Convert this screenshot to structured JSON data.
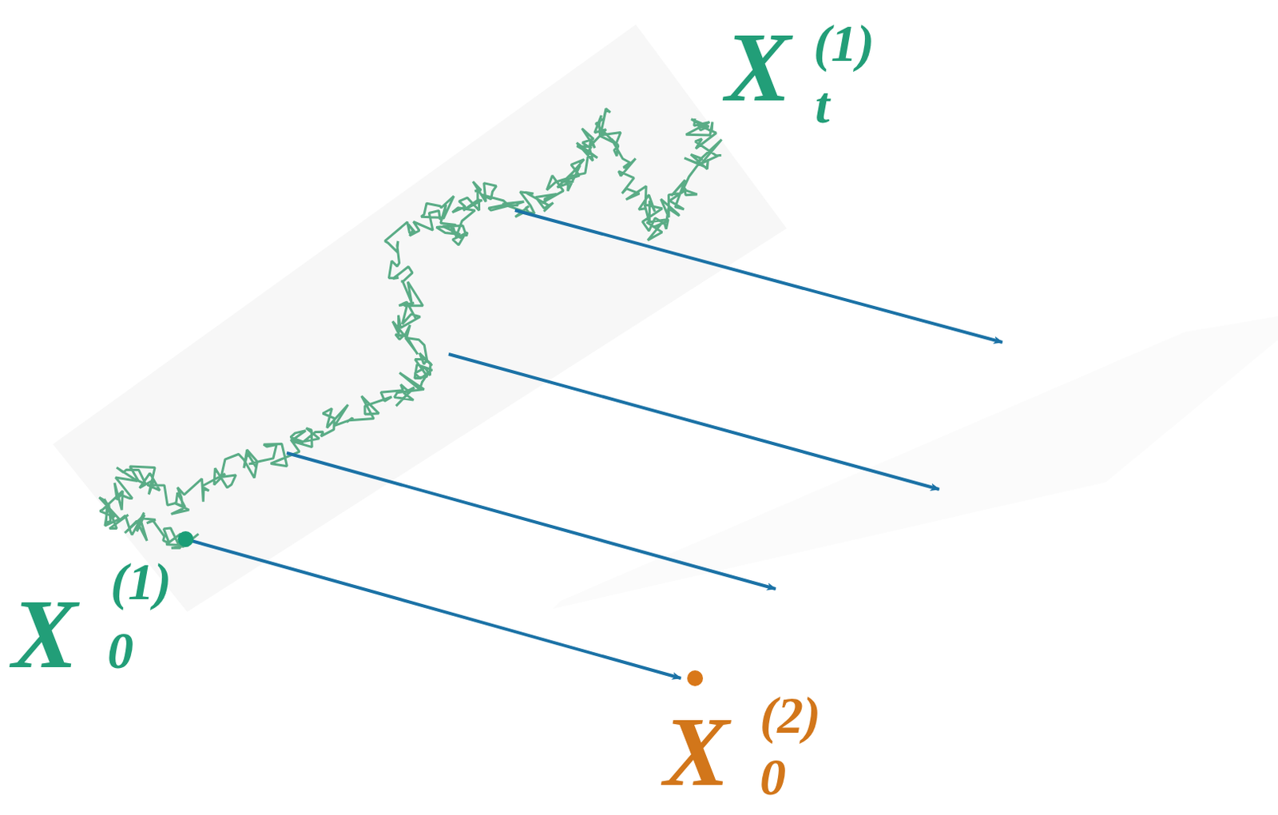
{
  "diagram": {
    "labels": [
      "X",
      "(1)",
      "t",
      "X",
      "(1)",
      "0",
      "X",
      "(2)",
      "0"
    ]
  }
}
